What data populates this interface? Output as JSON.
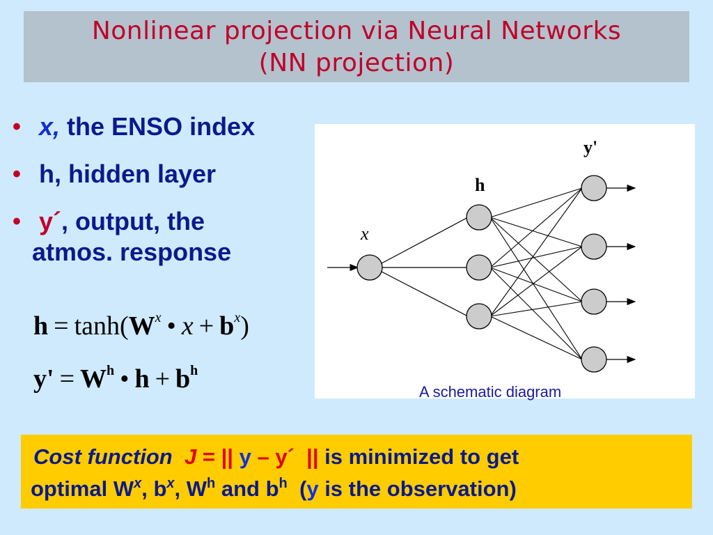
{
  "title": {
    "line1": "Nonlinear projection via Neural Networks",
    "line2": "(NN projection)"
  },
  "bullets": {
    "b1_var": "x,",
    "b1_text": "the ENSO index",
    "b2_text": "h, hidden layer",
    "b3_var": "y´",
    "b3_text": ", output, the",
    "b3_cont": "atmos. response"
  },
  "equations": {
    "eq1": {
      "lhs": "h",
      "eq": "=",
      "fn": "tanh(",
      "w": "W",
      "w_sup": "x",
      "dot": "•",
      "x": "x",
      "plus": "+",
      "b": "b",
      "b_sup": "x",
      "close": ")"
    },
    "eq2": {
      "lhs": "y'",
      "eq": "=",
      "w": "W",
      "w_sup": "h",
      "dot": "•",
      "h": "h",
      "plus": "+",
      "b": "b",
      "b_sup": "h"
    }
  },
  "diagram": {
    "label_x": "x",
    "label_h": "h",
    "label_y": "y'",
    "caption": "A schematic diagram",
    "node_fill": "#cccccc"
  },
  "cost": {
    "label": "Cost function",
    "j": "J",
    "eq": "=",
    "bars1": "||",
    "y": "y",
    "minus": "–",
    "yp": "y´",
    "bars2": "||",
    "rest1": "is minimized to get",
    "optimal": "optimal W",
    "sup_x1": "x",
    "comma_b": ", b",
    "sup_x2": "x",
    "comma_w": ", W",
    "sup_h1": "h",
    "and_b": " and b",
    "sup_h2": "h",
    "open_paren": "(",
    "y_obs": "y",
    "rest2": "is the observation)"
  }
}
